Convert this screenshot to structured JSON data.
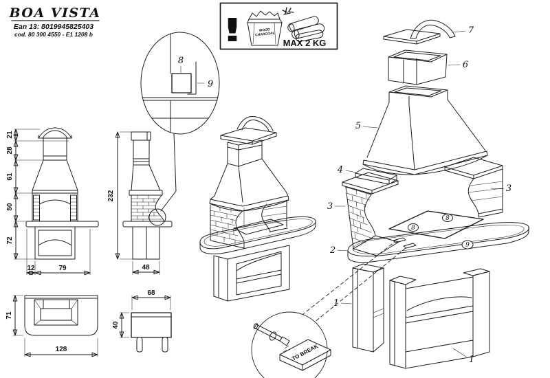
{
  "title_block": {
    "brand": "BOA VISTA",
    "ean": "Ean 13:  8019945825403",
    "code": "cod. 80 300 4550 - E1 1208 b"
  },
  "warning_box": {
    "exclamation": "!",
    "bag_label": [
      "WOOD",
      "CHARCOAL"
    ],
    "max_load": "MAX 2 KG"
  },
  "dimensions_cm": {
    "front_view": {
      "cap_height": "21",
      "chimney_height": "28",
      "hood_height": "61",
      "firebox_height": "50",
      "pedestal_height": "72",
      "shelf_overhang": "12",
      "pedestal_width": "79"
    },
    "side_view": {
      "total_height": "232",
      "depth": "48"
    },
    "top_view": {
      "depth": "71",
      "width": "128"
    },
    "grill": {
      "width": "68",
      "height": "40"
    }
  },
  "part_numbers": {
    "base_panel": "1",
    "worktop": "2",
    "side_wall": "3",
    "lintel": "4",
    "hood": "5",
    "chimney": "6",
    "chimney_cap": "7",
    "grill_grate": "8",
    "front_trim": "9"
  },
  "break_detail_label": "TO BREAK"
}
